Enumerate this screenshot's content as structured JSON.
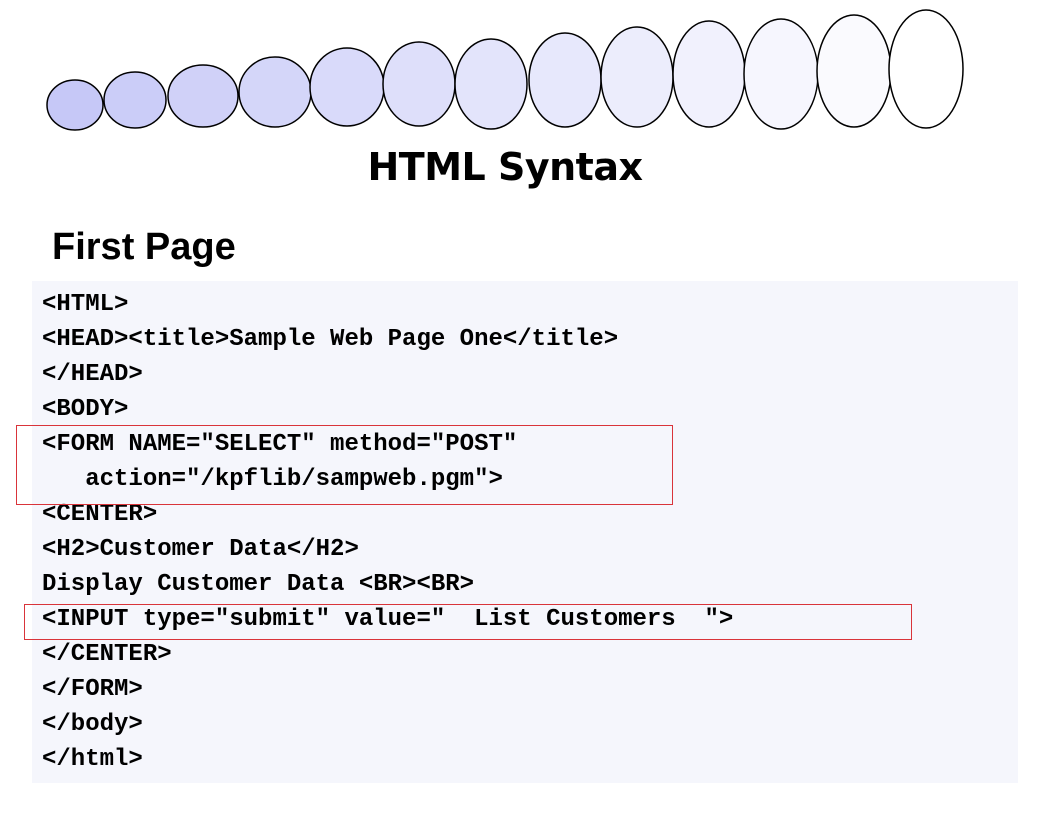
{
  "slide": {
    "title": "HTML Syntax",
    "subtitle": "First Page"
  },
  "decoration": {
    "bubble_fill_start": "#c6c8f7",
    "bubble_fill_end": "#ffffff",
    "bubble_stroke": "#000000"
  },
  "code": {
    "lines": [
      "<HTML>",
      "<HEAD><title>Sample Web Page One</title>",
      "</HEAD>",
      "<BODY>",
      "<FORM NAME=\"SELECT\" method=\"POST\"",
      "   action=\"/kpflib/sampweb.pgm\">",
      "<CENTER>",
      "<H2>Customer Data</H2>",
      "Display Customer Data <BR><BR>",
      "<INPUT type=\"submit\" value=\"  List Customers  \">",
      "</CENTER>",
      "</FORM>",
      "</body>",
      "</html>"
    ]
  },
  "highlights": {
    "color": "#d9343a"
  }
}
